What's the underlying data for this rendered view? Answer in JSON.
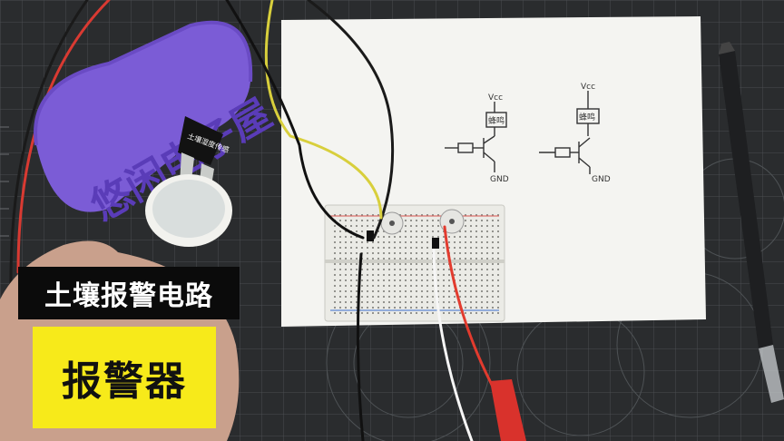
{
  "overlay": {
    "title": "土壤报警电路",
    "subtitle": "报警器"
  },
  "logo": {
    "text": "悠闲电子屋"
  },
  "sensor_module": {
    "label": "土壤湿度传感"
  },
  "schematic": {
    "vcc_label": "Vcc",
    "gnd_label": "GND",
    "component_label": "蜂鸣"
  },
  "colors": {
    "mat": "#2a2c2e",
    "paper": "#f4f4f1",
    "logo_purple": "#7b5cd6",
    "title_bg": "#0b0b0b",
    "subtitle_bg": "#f7ea1a",
    "breadboard": "#ebebe6",
    "wire_red": "#e23b2e",
    "wire_yellow": "#d8cf3c"
  }
}
